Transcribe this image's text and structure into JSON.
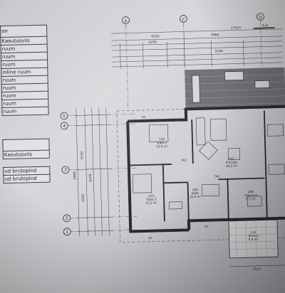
{
  "legend": {
    "group1": [
      "on",
      "Kasutusviis",
      "ruum",
      "ruum",
      "ruum",
      "niline ruum",
      "ruum",
      "ruum",
      "ruum",
      "ruum",
      "ruum"
    ],
    "group2": [
      "",
      "Kasutusviis"
    ],
    "group3": [
      "ud brutopind",
      "ud brutopind"
    ]
  },
  "gridlines_top": {
    "a": "A",
    "c": "C",
    "d": "D",
    "aa": "A-A"
  },
  "gridlines_left": [
    "5",
    "4",
    "3",
    "2",
    "1"
  ],
  "dimensions": {
    "top_total": "17625",
    "top_1": "4250",
    "top_2": "5660",
    "top_3": "4250",
    "top_4": "3100",
    "bottom": "3525",
    "left_1": "3150",
    "left_2": "3320",
    "left_3": "8100",
    "left_4": "5880"
  },
  "rooms": [
    {
      "no": "109",
      "name": "Tuba 2",
      "area": "15,6 m²"
    },
    {
      "no": "107",
      "name": "Elutuba",
      "area": "29,2 m²"
    },
    {
      "no": "110",
      "name": "Tuba 3",
      "area": "13,2 m²"
    },
    {
      "no": "108",
      "name": "Köök",
      "area": "10,3 m²"
    },
    {
      "no": "106",
      "name": "Tööruum",
      "area": "9,7 m²"
    },
    {
      "no": "112",
      "name": "Terrass",
      "area": "9,8 m²"
    }
  ],
  "marks": {
    "a1": "A1",
    "a2": "A2",
    "a3": "A3",
    "sk1": "SK1",
    "sk2": "SK2"
  }
}
